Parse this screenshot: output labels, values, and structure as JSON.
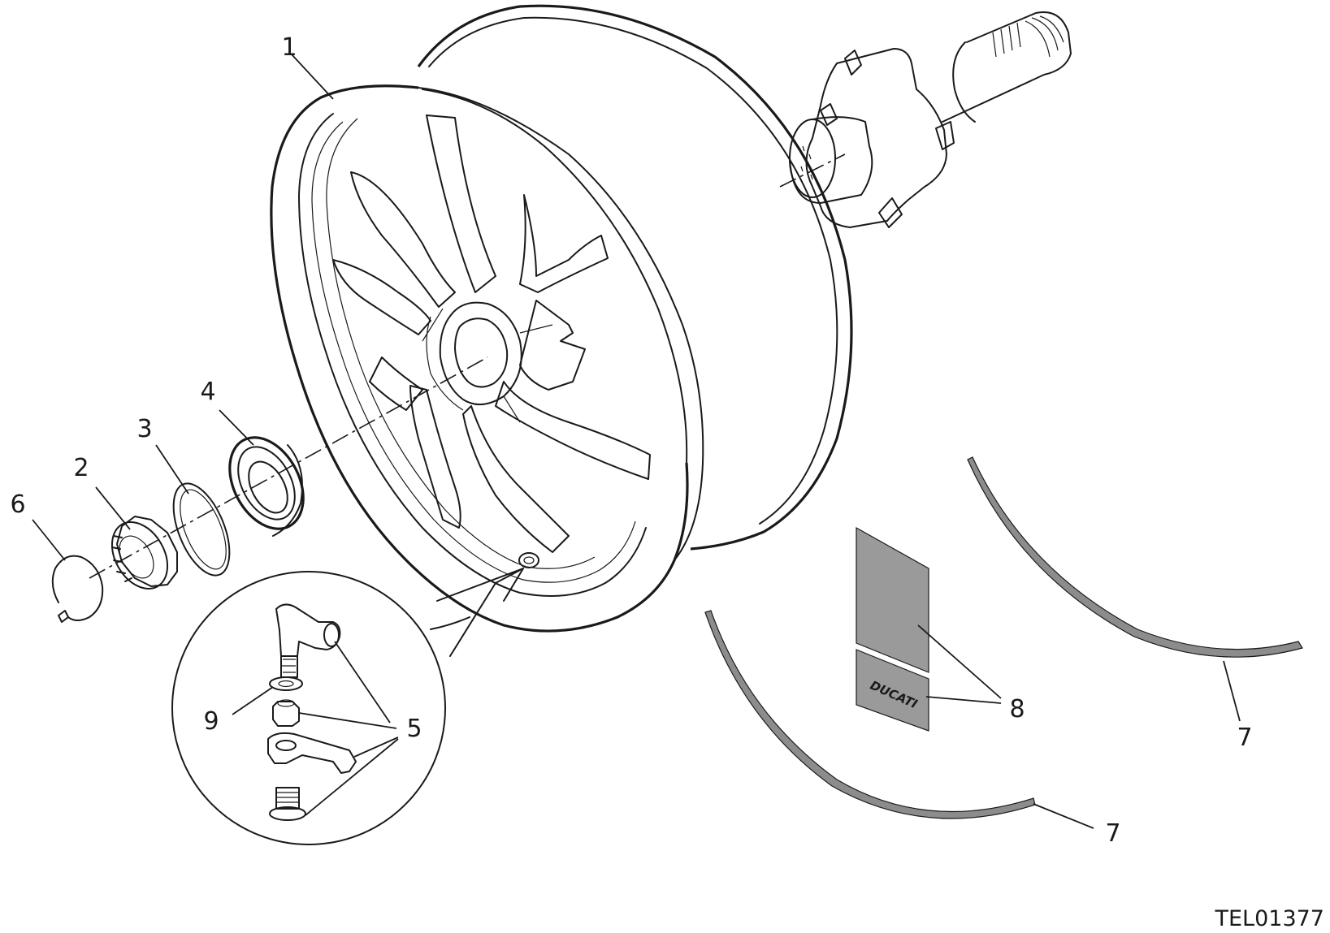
{
  "callouts": {
    "c1": "1",
    "c2": "2",
    "c3": "3",
    "c4": "4",
    "c5": "5",
    "c6": "6",
    "c7a": "7",
    "c7b": "7",
    "c8": "8",
    "c9": "9"
  },
  "sticker_text": "DUCATI",
  "drawing_code": "TEL01377",
  "colors": {
    "line": "#1a1a1a",
    "sticker_fill": "#9a9a9a",
    "stripe_fill": "#8c8c8c",
    "background": "#ffffff"
  }
}
